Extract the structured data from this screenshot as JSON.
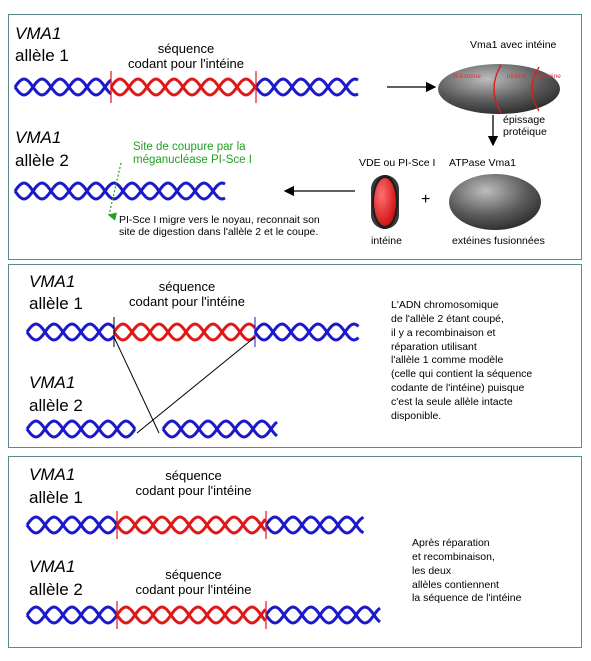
{
  "colors": {
    "dna_blue": "#1a1acc",
    "intein_red": "#e01818",
    "panel_border": "#5d8a8a",
    "green_arrow": "#22a022",
    "protein_gray": "#555555"
  },
  "panel1": {
    "gene": "VMA1",
    "allele1": "allèle 1",
    "allele2": "allèle 2",
    "seq_line1": "séquence",
    "seq_line2": "codant pour l'intéine",
    "vma1_protein": "Vma1 avec intéine",
    "n_extein": "N-extéine",
    "intein_seg": "intéine",
    "c_extein": "C-extéine",
    "splicing_line1": "épissage",
    "splicing_line2": "protéique",
    "vde_label": "VDE ou PI-Sce I",
    "atpase_label": "ATPase Vma1",
    "plus": "+",
    "intein_label": "intéine",
    "exteins_fused": "extéines fusionnées",
    "cut_site_line1": "Site de coupure par la",
    "cut_site_line2": "méganucléase PI-Sce I",
    "migrate_line1": "PI-Sce I migre vers le noyau, reconnait son",
    "migrate_line2": "site de digestion dans l'allèle 2 et le coupe."
  },
  "panel2": {
    "gene": "VMA1",
    "allele1": "allèle 1",
    "allele2": "allèle 2",
    "seq_line1": "séquence",
    "seq_line2": "codant pour l'intéine",
    "description": [
      "L'ADN chromosomique",
      "de l'allèle 2 étant coupé,",
      "il y a recombinaison et",
      "réparation utilisant",
      "l'allèle 1 comme modèle",
      "(celle qui contient la séquence",
      "codante de l'intéine) puisque",
      "c'est la seule allèle intacte",
      "disponible."
    ]
  },
  "panel3": {
    "gene": "VMA1",
    "allele1": "allèle 1",
    "allele2": "allèle 2",
    "seq1_line1": "séquence",
    "seq1_line2": "codant pour l'intéine",
    "seq2_line1": "séquence",
    "seq2_line2": "codant pour l'intéine",
    "description": [
      "Après réparation",
      "et recombinaison,",
      "les deux",
      "allèles contiennent",
      "la séquence de l'intéine"
    ]
  }
}
